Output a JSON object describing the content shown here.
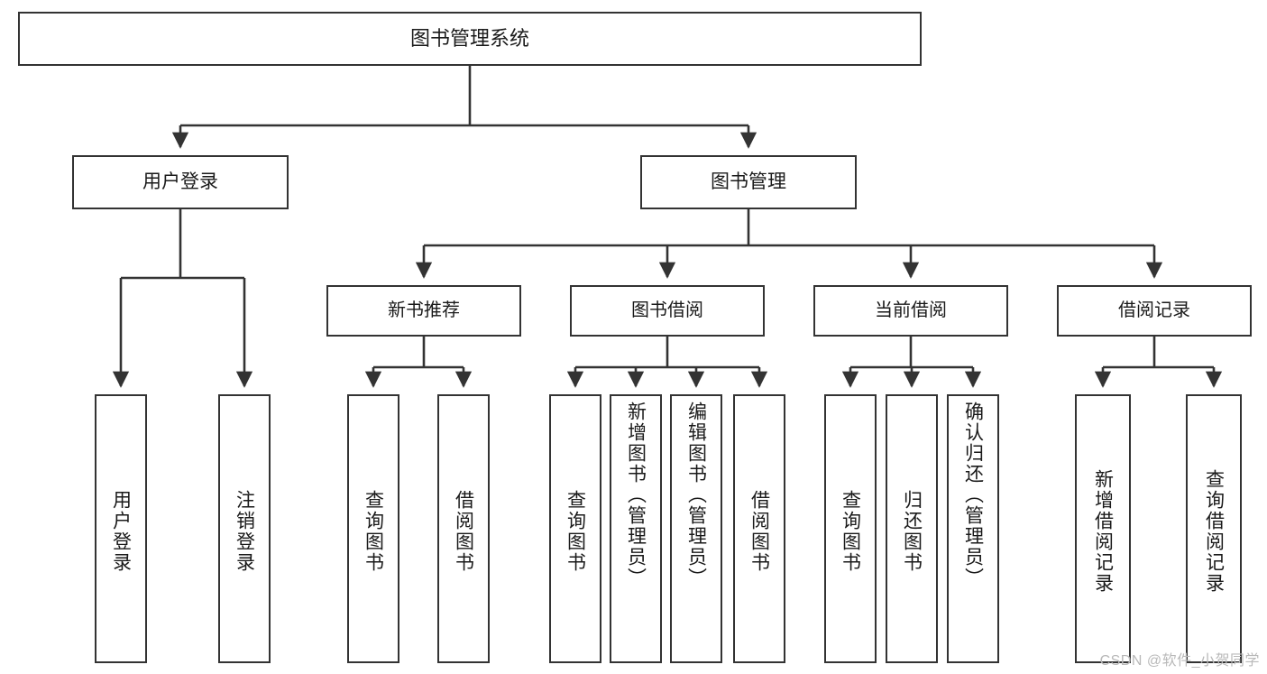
{
  "diagram": {
    "title": "图书管理系统",
    "watermark": "CSDN @软件_小贺同学",
    "stroke_color": "#333333",
    "background_color": "#ffffff",
    "text_color": "#1a1a1a"
  },
  "root": {
    "label": "图书管理系统"
  },
  "level1": [
    {
      "label": "用户登录"
    },
    {
      "label": "图书管理"
    }
  ],
  "level2": [
    {
      "label": "新书推荐"
    },
    {
      "label": "图书借阅"
    },
    {
      "label": "当前借阅"
    },
    {
      "label": "借阅记录"
    }
  ],
  "leaves": {
    "user_login": [
      {
        "label": "用户登录"
      },
      {
        "label": "注销登录"
      }
    ],
    "new_book": [
      {
        "label": "查询图书"
      },
      {
        "label": "借阅图书"
      }
    ],
    "borrow_book": [
      {
        "label": "查询图书"
      },
      {
        "label": "新增图书（管理员）"
      },
      {
        "label": "编辑图书（管理员）"
      },
      {
        "label": "借阅图书"
      }
    ],
    "current_borrow": [
      {
        "label": "查询图书"
      },
      {
        "label": "归还图书"
      },
      {
        "label": "确认归还（管理员）"
      }
    ],
    "borrow_record": [
      {
        "label": "新增借阅记录"
      },
      {
        "label": "查询借阅记录"
      }
    ]
  }
}
